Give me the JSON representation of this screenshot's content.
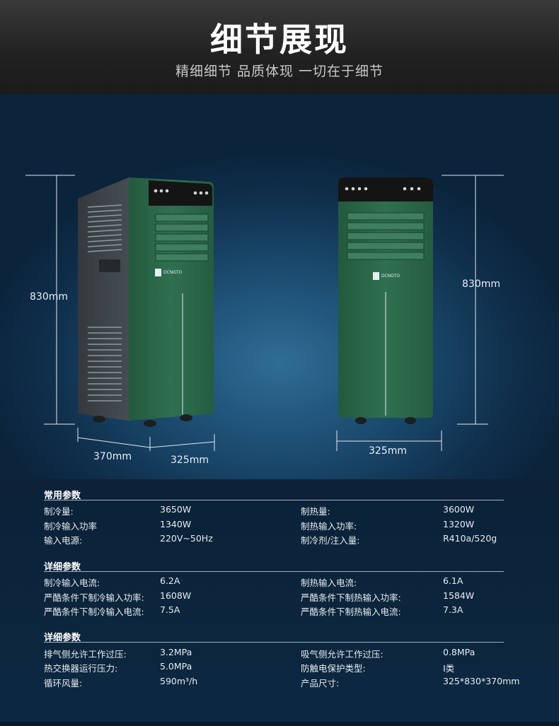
{
  "header": {
    "title": "细节展现",
    "subtitle": "精细细节 品质体现 一切在于细节"
  },
  "dimensions": {
    "left_height": "830mm",
    "right_height": "830mm",
    "left_depth": "370mm",
    "left_width": "325mm",
    "right_width": "325mm"
  },
  "product": {
    "brand": "DCNGTO"
  },
  "sections": [
    {
      "title": "常用参数",
      "rows": [
        {
          "l1": "制冷量:",
          "v1": "3650W",
          "l2": "制热量:",
          "v2": "3600W"
        },
        {
          "l1": "制冷输入功率",
          "v1": "1340W",
          "l2": "制热输入功率:",
          "v2": "1320W"
        },
        {
          "l1": "输入电源:",
          "v1": "220V~50Hz",
          "l2": "制冷剂/注入量:",
          "v2": "R410a/520g"
        }
      ]
    },
    {
      "title": "详细参数",
      "rows": [
        {
          "l1": "制冷输入电流:",
          "v1": "6.2A",
          "l2": "制热输入电流:",
          "v2": "6.1A"
        },
        {
          "l1": "严酷条件下制冷输入功率:",
          "v1": "1608W",
          "l2": "严酷条件下制热输入功率:",
          "v2": "1584W"
        },
        {
          "l1": "严酷条件下制冷输入电流:",
          "v1": "7.5A",
          "l2": "严酷条件下制热输入电流:",
          "v2": "7.3A"
        }
      ]
    },
    {
      "title": "详细参数",
      "rows": [
        {
          "l1": "排气侧允许工作过压:",
          "v1": "3.2MPa",
          "l2": "吸气侧允许工作过压:",
          "v2": "0.8MPa"
        },
        {
          "l1": "热交换器运行压力:",
          "v1": "5.0MPa",
          "l2": "防触电保护类型:",
          "v2": "I类"
        },
        {
          "l1": "循环风量:",
          "v1": "590m³/h",
          "l2": "产品尺寸:",
          "v2": "325*830*370mm"
        }
      ]
    }
  ],
  "colors": {
    "unit_green": "#2e6b4c",
    "unit_gray": "#3e4448",
    "panel_black": "#141414"
  }
}
